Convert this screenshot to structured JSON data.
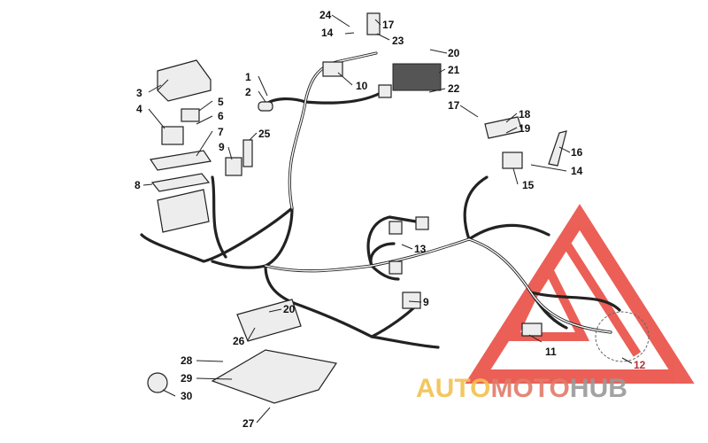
{
  "callouts": [
    {
      "id": "1",
      "label": "1"
    },
    {
      "id": "2",
      "label": "2"
    },
    {
      "id": "3",
      "label": "3"
    },
    {
      "id": "4",
      "label": "4"
    },
    {
      "id": "5",
      "label": "5"
    },
    {
      "id": "6",
      "label": "6"
    },
    {
      "id": "7",
      "label": "7"
    },
    {
      "id": "8",
      "label": "8"
    },
    {
      "id": "9a",
      "label": "9"
    },
    {
      "id": "9b",
      "label": "9"
    },
    {
      "id": "10",
      "label": "10"
    },
    {
      "id": "11",
      "label": "11"
    },
    {
      "id": "12",
      "label": "12"
    },
    {
      "id": "13",
      "label": "13"
    },
    {
      "id": "14a",
      "label": "14"
    },
    {
      "id": "14b",
      "label": "14"
    },
    {
      "id": "15",
      "label": "15"
    },
    {
      "id": "16",
      "label": "16"
    },
    {
      "id": "17a",
      "label": "17"
    },
    {
      "id": "17b",
      "label": "17"
    },
    {
      "id": "18",
      "label": "18"
    },
    {
      "id": "19",
      "label": "19"
    },
    {
      "id": "20a",
      "label": "20"
    },
    {
      "id": "20b",
      "label": "20"
    },
    {
      "id": "21",
      "label": "21"
    },
    {
      "id": "22",
      "label": "22"
    },
    {
      "id": "23",
      "label": "23"
    },
    {
      "id": "24",
      "label": "24"
    },
    {
      "id": "25",
      "label": "25"
    },
    {
      "id": "26",
      "label": "26"
    },
    {
      "id": "27",
      "label": "27"
    },
    {
      "id": "28",
      "label": "28"
    },
    {
      "id": "29",
      "label": "29"
    },
    {
      "id": "30",
      "label": "30"
    }
  ],
  "watermark": {
    "part1": "AUTO",
    "part2": "MOTO",
    "part3": "HUB",
    "colors": {
      "part1": "#f2c14e",
      "part2": "#e07b6a",
      "part3": "#9a9a9a",
      "triangle": "#e8443a"
    }
  }
}
